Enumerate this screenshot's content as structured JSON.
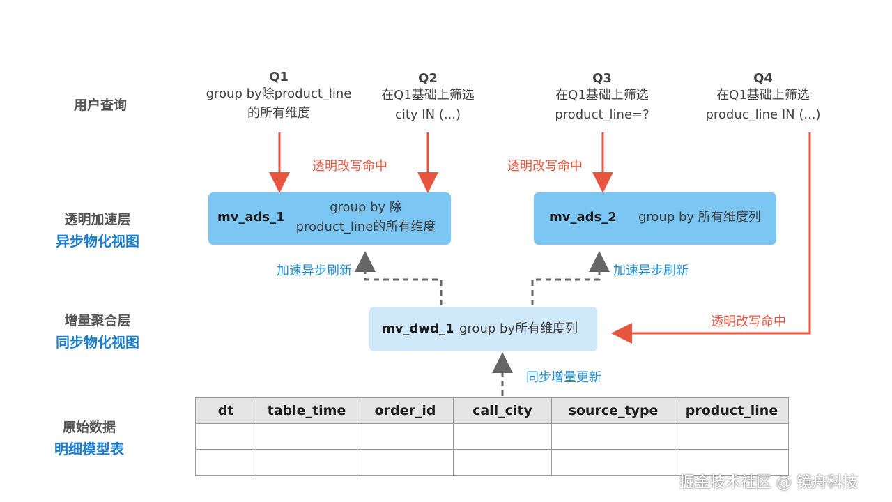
{
  "rows": {
    "user_query": "用户查询",
    "accel_layer": "透明加速层",
    "accel_sub": "异步物化视图",
    "inc_layer": "增量聚合层",
    "inc_sub": "同步物化视图",
    "raw_layer": "原始数据",
    "raw_sub": "明细模型表"
  },
  "queries": [
    {
      "title": "Q1",
      "line1": "group by除product_line",
      "line2": "的所有维度"
    },
    {
      "title": "Q2",
      "line1": "在Q1基础上筛选",
      "line2": "city IN (...)"
    },
    {
      "title": "Q3",
      "line1": "在Q1基础上筛选",
      "line2": "product_line=?"
    },
    {
      "title": "Q4",
      "line1": "在Q1基础上筛选",
      "line2": "produc_line IN (...)"
    }
  ],
  "labels": {
    "rewrite_hit_1": "透明改写命中",
    "rewrite_hit_2": "透明改写命中",
    "rewrite_hit_3": "透明改写命中",
    "async_refresh_1": "加速异步刷新",
    "async_refresh_2": "加速异步刷新",
    "sync_update": "同步增量更新"
  },
  "boxes": {
    "mv_ads_1": {
      "name": "mv_ads_1",
      "desc1": "group by 除",
      "desc2": "product_line的所有维度"
    },
    "mv_ads_2": {
      "name": "mv_ads_2",
      "desc": "group by 所有维度列"
    },
    "mv_dwd_1": {
      "name": "mv_dwd_1",
      "desc": "group by所有维度列"
    }
  },
  "table": {
    "columns": [
      "dt",
      "table_time",
      "order_id",
      "call_city",
      "source_type",
      "product_line"
    ]
  },
  "watermark": "掘金技术社区 @ 镜舟科技",
  "colors": {
    "red_arrow": "#e8553e",
    "dashed_arrow": "#666666",
    "box_dark": "#7cc6f4",
    "box_light": "#cfe9fb",
    "accent_blue": "#1f8fd6"
  }
}
